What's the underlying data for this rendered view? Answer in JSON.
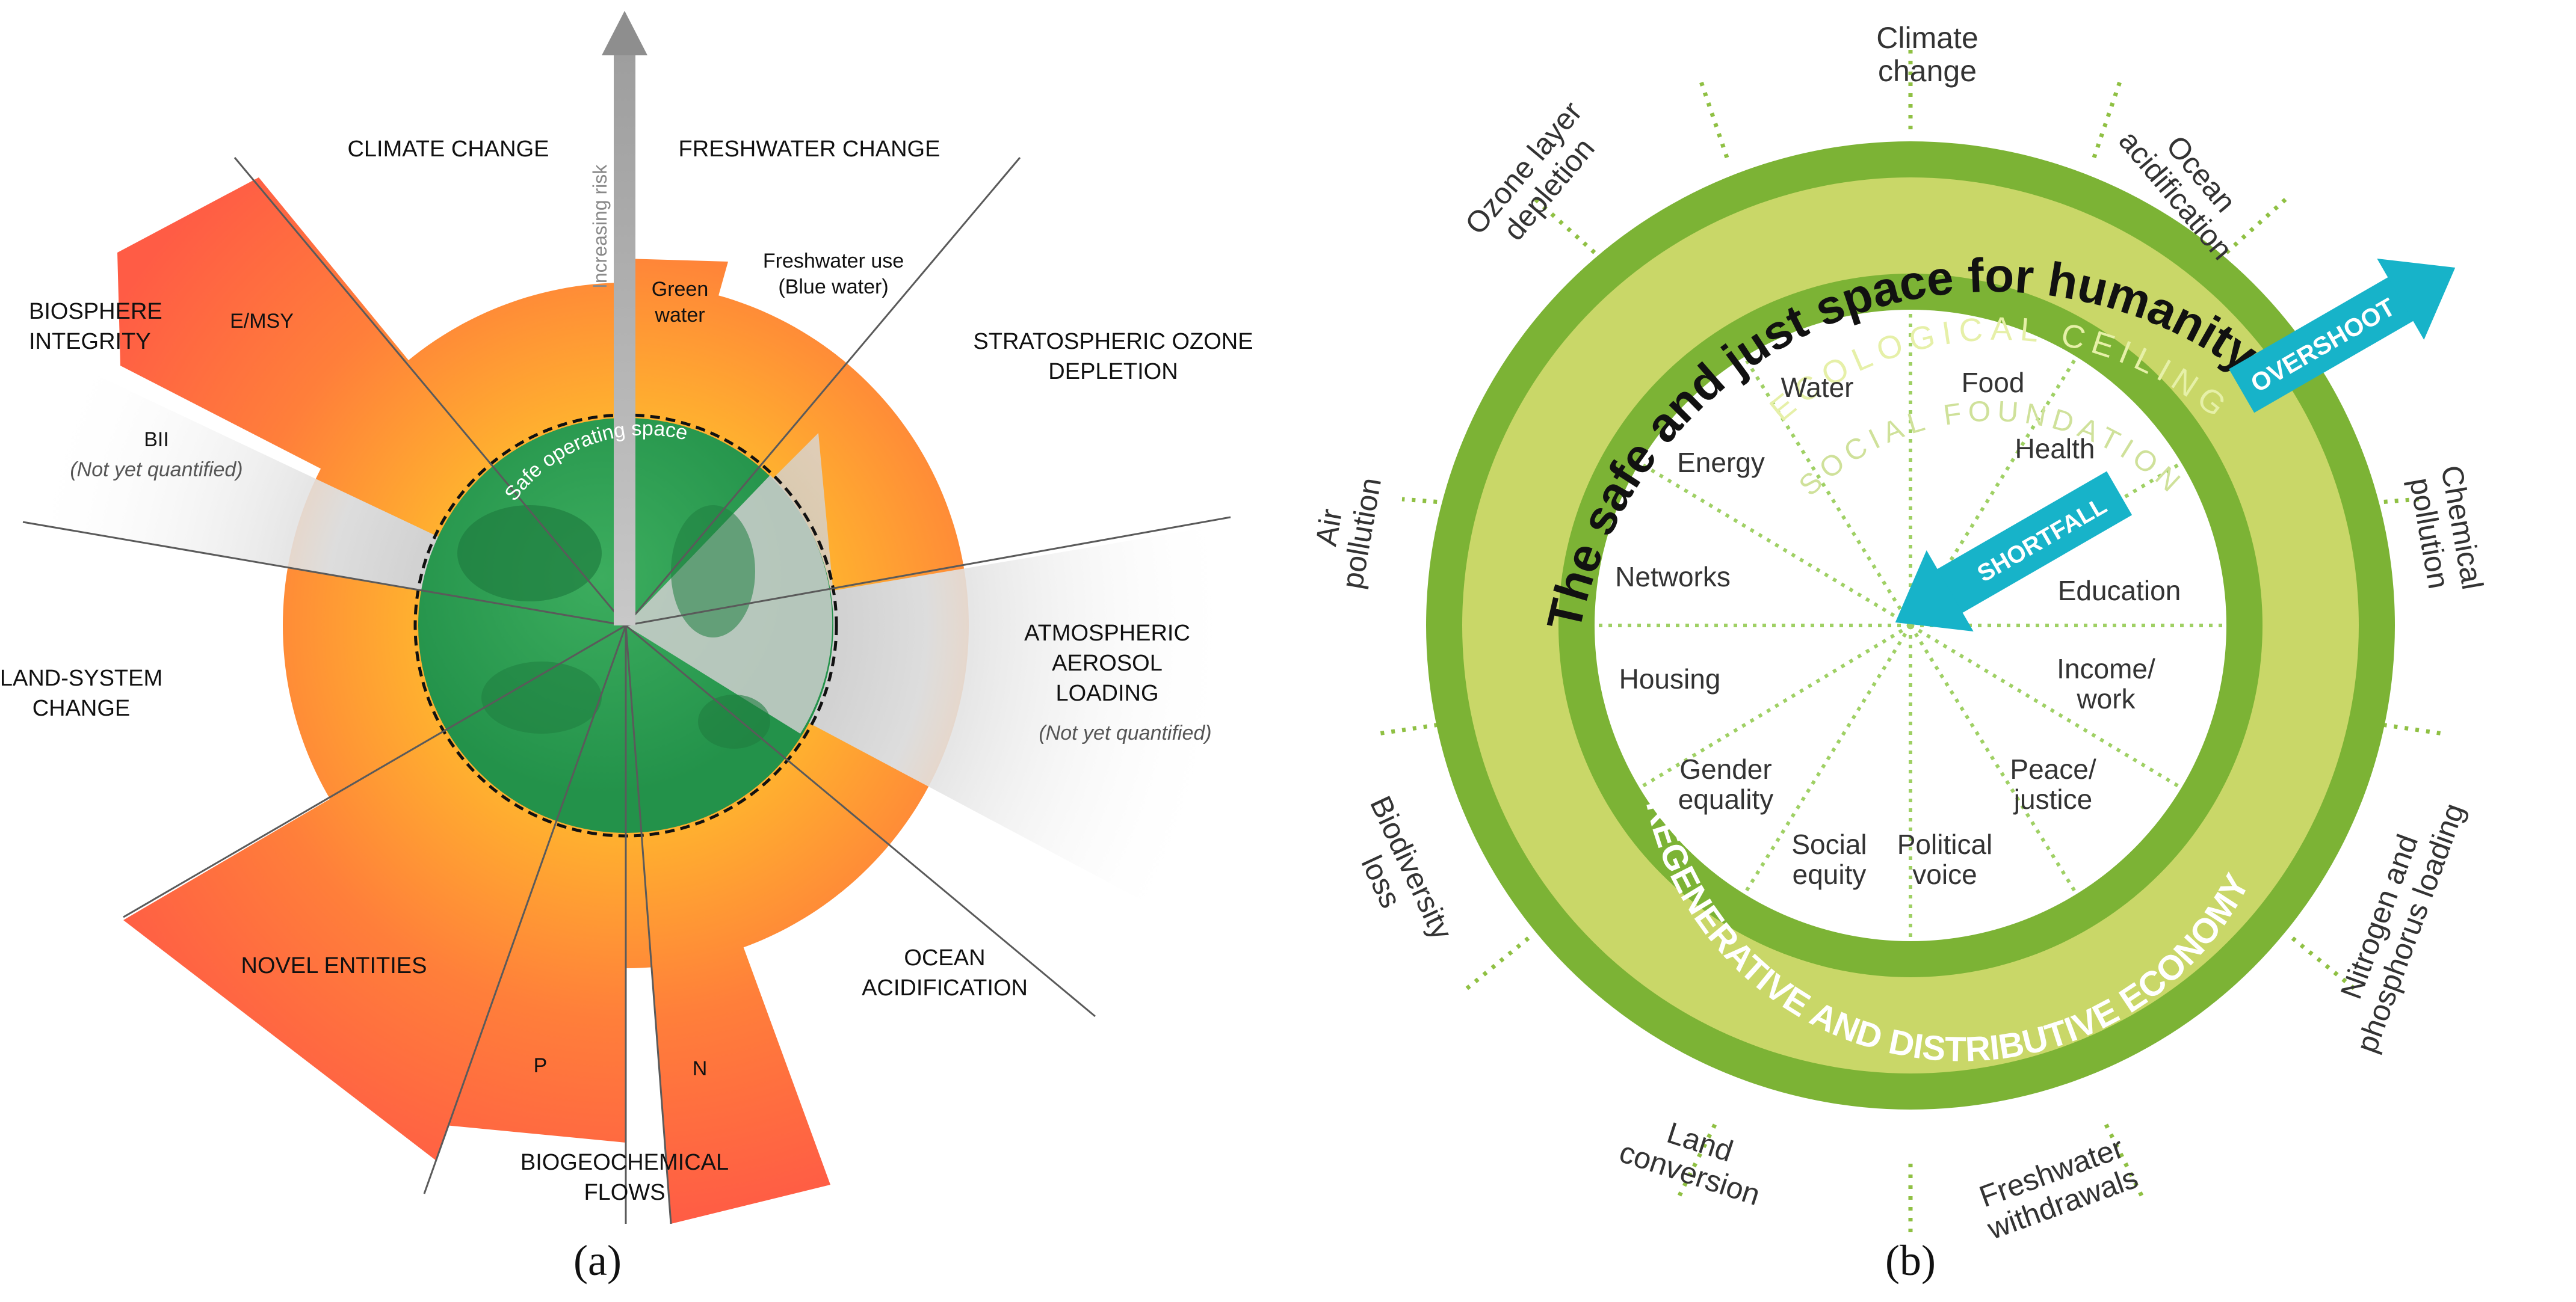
{
  "panel_a": {
    "caption": "(a)",
    "increasing_risk": "Increasing risk",
    "safe_operating_space": "Safe operating space",
    "labels": {
      "climate_change": "CLIMATE CHANGE",
      "freshwater_change": "FRESHWATER CHANGE",
      "freshwater_use_1": "Freshwater use",
      "freshwater_use_2": "(Blue water)",
      "green_water_1": "Green",
      "green_water_2": "water",
      "biosphere_1": "BIOSPHERE",
      "biosphere_2": "INTEGRITY",
      "emsy": "E/MSY",
      "bii": "BII",
      "bii_note": "(Not yet quantified)",
      "strat_ozone_1": "STRATOSPHERIC OZONE",
      "strat_ozone_2": "DEPLETION",
      "aerosol_1": "ATMOSPHERIC",
      "aerosol_2": "AEROSOL",
      "aerosol_3": "LOADING",
      "aerosol_note": "(Not yet quantified)",
      "land_system_1": "LAND-SYSTEM",
      "land_system_2": "CHANGE",
      "novel_entities": "NOVEL ENTITIES",
      "p": "P",
      "n": "N",
      "biogeochem_1": "BIOGEOCHEMICAL",
      "biogeochem_2": "FLOWS",
      "ocean_1": "OCEAN",
      "ocean_2": "ACIDIFICATION"
    }
  },
  "panel_b": {
    "caption": "(b)",
    "ecological_ceiling": "ECOLOGICAL CEILING",
    "safe_just_space": "The safe and just space for humanity",
    "social_foundation": "SOCIAL FOUNDATION",
    "regenerative_economy": "REGENERATIVE AND DISTRIBUTIVE ECONOMY",
    "overshoot": "OVERSHOOT",
    "shortfall": "SHORTFALL",
    "social": {
      "water": "Water",
      "food": "Food",
      "energy": "Energy",
      "health": "Health",
      "networks": "Networks",
      "education": "Education",
      "housing": "Housing",
      "income_1": "Income/",
      "income_2": "work",
      "gender_1": "Gender",
      "gender_2": "equality",
      "peace_1": "Peace/",
      "peace_2": "justice",
      "social_1": "Social",
      "social_2": "equity",
      "political_1": "Political",
      "political_2": "voice"
    },
    "eco": {
      "climate_1": "Climate",
      "climate_2": "change",
      "ocean_1": "Ocean",
      "ocean_2": "acidification",
      "ozone_1": "Ozone layer",
      "ozone_2": "depletion",
      "chemical_1": "Chemical",
      "chemical_2": "pollution",
      "air_1": "Air",
      "air_2": "pollution",
      "nitrogen_1": "Nitrogen and",
      "nitrogen_2": "phosphorus loading",
      "biodiversity_1": "Biodiversity",
      "biodiversity_2": "loss",
      "freshwater_1": "Freshwater",
      "freshwater_2": "withdrawals",
      "land_1": "Land",
      "land_2": "conversion"
    }
  },
  "colors": {
    "orange_hot": "#ff6a42",
    "orange_warm": "#ffa233",
    "yellow": "#ffc72a",
    "safe_green": "#2ca24f",
    "donut_dark": "#7cb335",
    "donut_light": "#c9d768",
    "arrow_cyan": "#17b3c9"
  }
}
